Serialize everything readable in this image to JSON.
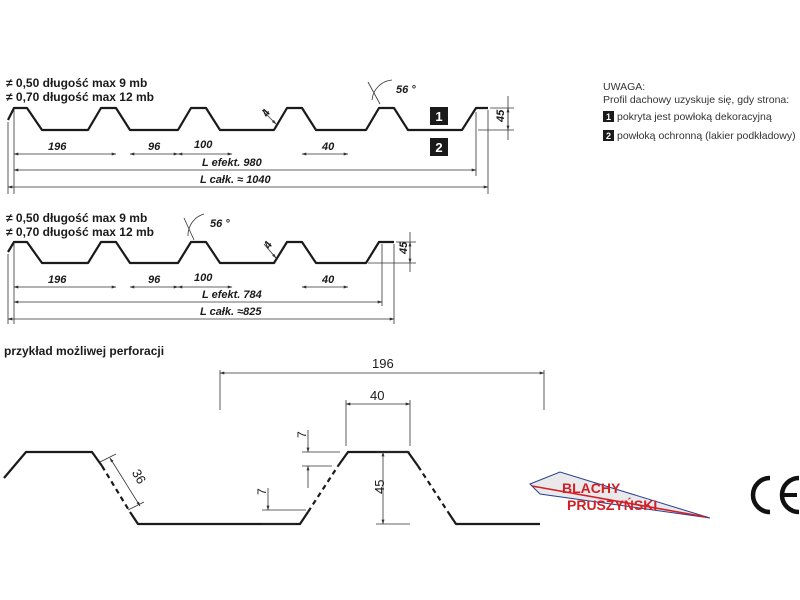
{
  "colors": {
    "ink": "#1a1a1a",
    "logo_red": "#d11f26",
    "logo_blue": "#2a3f8f"
  },
  "profile1": {
    "thick1": "≠ 0,50  długość max 9 mb",
    "thick2": "≠ 0,70  długość max 12 mb",
    "dim_196": "196",
    "dim_96": "96",
    "dim_100": "100",
    "dim_40": "40",
    "dim_45": "45",
    "dim_4": "4",
    "angle": "56 °",
    "l_eff": "L efekt. 980",
    "l_tot": "L całk. ≈ 1040"
  },
  "profile2": {
    "thick1": "≠ 0,50  długość max 9 mb",
    "thick2": "≠ 0,70  długość max 12 mb",
    "dim_196": "196",
    "dim_96": "96",
    "dim_100": "100",
    "dim_40": "40",
    "dim_45": "45",
    "dim_4": "4",
    "angle": "56 °",
    "l_eff": "L efekt. 784",
    "l_tot": "L całk. ≈825"
  },
  "note": {
    "title": "UWAGA:",
    "subtitle": "Profil dachowy uzyskuje się, gdy strona:",
    "item1_num": "1",
    "item1": "pokryta jest powłoką dekoracyjną",
    "item2_num": "2",
    "item2": "powłoką ochronną (lakier podkładowy)"
  },
  "perforation": {
    "title": "przykład możliwej perforacji",
    "dim_196": "196",
    "dim_40": "40",
    "dim_7a": "7",
    "dim_7b": "7",
    "dim_45": "45",
    "dim_36": "36"
  },
  "logo": {
    "word1": "BLACHY",
    "word2": "PRUSZYŃSKI"
  },
  "ce_mark": "CE"
}
